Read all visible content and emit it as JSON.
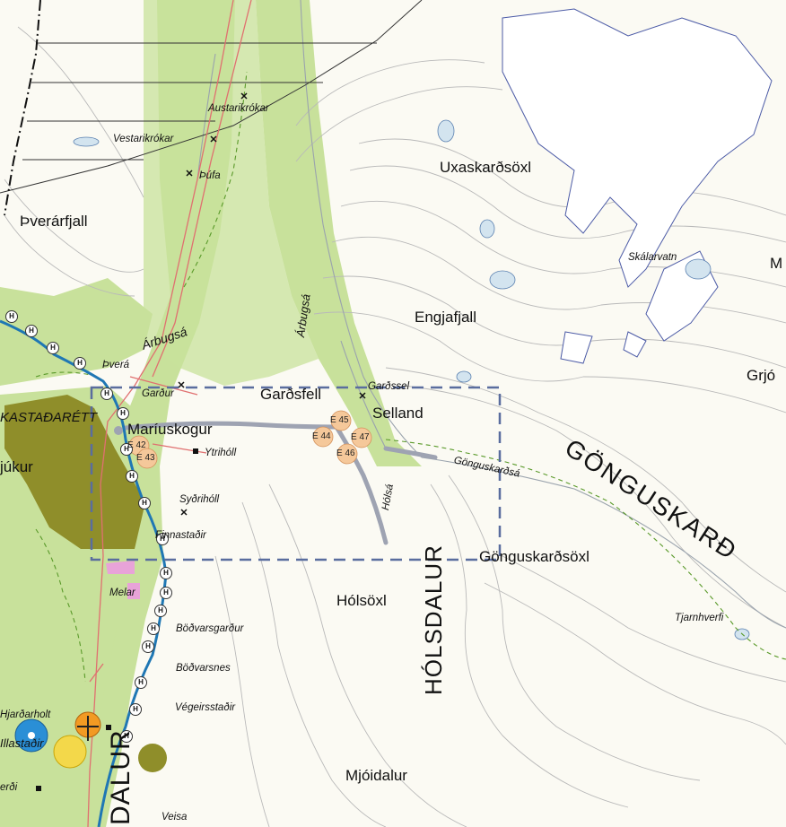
{
  "places": {
    "uxaskardsoxl": "Uxaskarðsöxl",
    "verarfjall": "Þverárfjall",
    "engjafjall": "Engjafjall",
    "gardsfell": "Garðsfell",
    "selland": "Selland",
    "holsoxl": "Hólsöxl",
    "gonguskardsoxl": "Gönguskarðsöxl",
    "mjoidalur": "Mjóidalur",
    "gjukur": "júkur",
    "grjo": "Grjó",
    "m_edge": "M",
    "kastadarett": "KASTAÐARÉTT",
    "mariuskogur": "Maríuskogur"
  },
  "valleys": {
    "holsdalur": "HÓLSDALUR",
    "gonguskard": "GÖNGUSKARÐ",
    "dalur": "DALUR"
  },
  "italic": {
    "austarikrokar": "Austarikrókar",
    "vestarikrokar": "Vestarikrókar",
    "tufa": "Þúfa",
    "arbugsa_left": "Árbugsá",
    "arbugsa_right": "Árbugsá",
    "skalarvatn": "Skálarvatn",
    "thvera": "Þverá",
    "gardur": "Garður",
    "gardssel": "Garðssel",
    "ytriholl": "Ytrihóll",
    "sydriholl": "Syðrihóll",
    "finnastadir": "Finnastaðir",
    "melar": "Melar",
    "bodvarsgardur": "Böðvarsgarður",
    "bodvarsnes": "Böðvarsnes",
    "vegeirsstadir": "Végeirsstaðir",
    "holsa": "Hólsá",
    "gonguskardsa": "Gönguskarðsá",
    "tjarnhverfi": "Tjarnhverfi",
    "hjardarholt": "Hjarðarholt",
    "lastadir": "Illastaðir",
    "erdi": "erði",
    "veisa": "Veisa"
  },
  "sites": {
    "e42": "E 42",
    "e43": "E 43",
    "e44": "E 44",
    "e45": "E 45",
    "e46": "E 46",
    "e47": "E 47"
  },
  "highway_marker": "H",
  "colors": {
    "green_zone": "#c8e19b",
    "olive_area": "#8f8e2a",
    "water": "#d3e4ef",
    "dashed_box": "#5a6d9e",
    "site_circle": "#f5c89a",
    "road": "#e07070",
    "highway": "#1f77b4"
  }
}
